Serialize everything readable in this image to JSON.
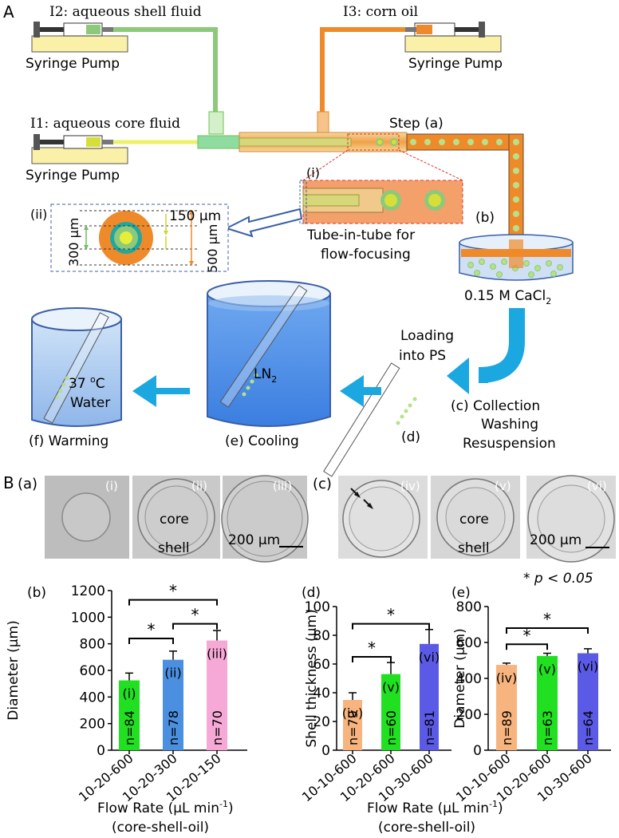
{
  "panelA": {
    "label": "A",
    "i2": "I2: aqueous shell fluid",
    "i3": "I3: corn oil",
    "i1": "I1: aqueous core fluid",
    "pump": "Syringe Pump",
    "step_a": "Step (a)",
    "sub_i": "(i)",
    "sub_ii": "(ii)",
    "sub_b": "(b)",
    "dim_150": "150 µm",
    "dim_300": "300 µm",
    "dim_500": "500 µm",
    "tube_line1": "Tube-in-tube for",
    "tube_line2": "flow-focusing",
    "cacl2_main": "0.15 M CaCl",
    "cacl2_sub": "2",
    "loading_1": "Loading",
    "loading_2": "into PS",
    "collection_1": "(c) Collection",
    "collection_2": "Washing",
    "collection_3": "Resuspension",
    "label_d": "(d)",
    "ln2_main": "LN",
    "ln2_sub": "2",
    "cooling": "(e) Cooling",
    "temp_num": "37 ",
    "temp_sup": "o",
    "temp_unit": "C",
    "water": "Water",
    "warming": "(f) Warming",
    "colors": {
      "shell": "#8cc97a",
      "oil": "#ef8a2a",
      "core": "#d6df3a",
      "arrow": "#1ba7e0",
      "outline": "#3a5fa8"
    }
  },
  "panelB": {
    "label": "B",
    "label_a": "(a)",
    "label_c": "(c)",
    "images": [
      {
        "roman": "(i)"
      },
      {
        "roman": "(ii)",
        "core": "core",
        "shell": "shell"
      },
      {
        "roman": "(iii)",
        "scale": "200 µm"
      },
      {
        "roman": "(iv)"
      },
      {
        "roman": "(v)",
        "core": "core",
        "shell": "shell"
      },
      {
        "roman": "(vi)",
        "scale": "200 µm"
      }
    ],
    "pvalue_star": "* ",
    "pvalue_text": "p < 0.05",
    "xlabel_line1": "Flow Rate (µL min",
    "xlabel_sup": "-1",
    "xlabel_close": ")",
    "xlabel_line2": "(core-shell-oil)"
  },
  "chart_data": [
    {
      "id": "b",
      "panel": "(b)",
      "type": "bar",
      "ylabel": "Diameter (µm)",
      "ylim": [
        0,
        1200
      ],
      "yticks": [
        0,
        200,
        400,
        600,
        800,
        1000,
        1200
      ],
      "categories": [
        "10-20-600",
        "10-20-300",
        "10-20-150"
      ],
      "values": [
        525,
        680,
        825
      ],
      "errors": [
        55,
        65,
        75
      ],
      "colors": [
        "#21e021",
        "#4b8fe0",
        "#f6a8d6"
      ],
      "bar_labels": [
        "(i)",
        "(ii)",
        "(iii)"
      ],
      "n_labels": [
        "n=84",
        "n=78",
        "n=70"
      ],
      "significance": [
        {
          "from": 0,
          "to": 1,
          "y": 840,
          "mark": "*"
        },
        {
          "from": 1,
          "to": 2,
          "y": 950,
          "mark": "*"
        },
        {
          "from": 0,
          "to": 2,
          "y": 1130,
          "mark": "*"
        }
      ]
    },
    {
      "id": "d",
      "panel": "(d)",
      "type": "bar",
      "ylabel": "Shell thickness (µm)",
      "ylim": [
        0,
        100
      ],
      "yticks": [
        0,
        20,
        40,
        60,
        80,
        100
      ],
      "categories": [
        "10-10-600",
        "10-20-600",
        "10-30-600"
      ],
      "values": [
        35,
        53,
        74
      ],
      "errors": [
        5,
        8,
        10
      ],
      "colors": [
        "#f7b47e",
        "#21e021",
        "#5a5ae6"
      ],
      "bar_labels": [
        "(iv)",
        "(v)",
        "(vi)"
      ],
      "n_labels": [
        "n=79",
        "n=60",
        "n=81"
      ],
      "significance": [
        {
          "from": 0,
          "to": 1,
          "y": 65,
          "mark": "*"
        },
        {
          "from": 0,
          "to": 2,
          "y": 88,
          "mark": "*"
        }
      ]
    },
    {
      "id": "e",
      "panel": "(e)",
      "type": "bar",
      "ylabel": "Diameter (µm)",
      "ylim": [
        0,
        800
      ],
      "yticks": [
        0,
        200,
        400,
        600,
        800
      ],
      "categories": [
        "10-10-600",
        "10-20-600",
        "10-30-600"
      ],
      "values": [
        475,
        525,
        540
      ],
      "errors": [
        10,
        15,
        25
      ],
      "colors": [
        "#f7b47e",
        "#21e021",
        "#5a5ae6"
      ],
      "bar_labels": [
        "(iv)",
        "(v)",
        "(vi)"
      ],
      "n_labels": [
        "n=89",
        "n=63",
        "n=64"
      ],
      "significance": [
        {
          "from": 0,
          "to": 1,
          "y": 590,
          "mark": "*"
        },
        {
          "from": 0,
          "to": 2,
          "y": 680,
          "mark": "*"
        }
      ]
    }
  ]
}
